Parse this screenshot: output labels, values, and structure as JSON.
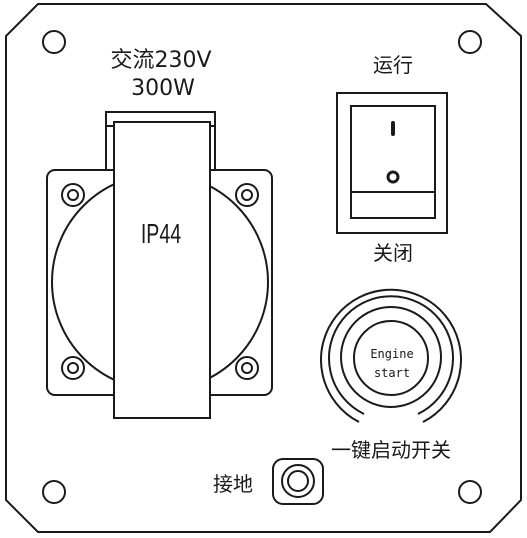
{
  "socket": {
    "voltage_label": "交流230V",
    "power_label": "300W",
    "protection_rating": "IP44"
  },
  "run_switch": {
    "on_label": "运行",
    "off_label": "关闭"
  },
  "engine_start": {
    "button_text_line1": "Engine",
    "button_text_line2": "start",
    "label": "一键启动开关"
  },
  "ground": {
    "label": "接地"
  },
  "colors": {
    "line": "#1a1a1a",
    "background": "#ffffff"
  }
}
